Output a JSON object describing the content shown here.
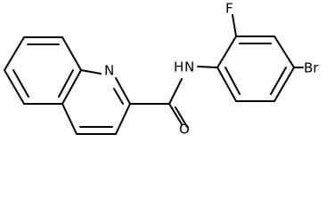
{
  "structure": {
    "atom_labels": {
      "ring_nitrogen": "N",
      "amide_nitrogen_h": "H",
      "amide_nitrogen": "N",
      "carbonyl_oxygen": "O",
      "fluorine": "F",
      "bromine": "Br"
    },
    "colors": {
      "bond": "#000000",
      "label": "#000000",
      "background": "#ffffff"
    }
  }
}
